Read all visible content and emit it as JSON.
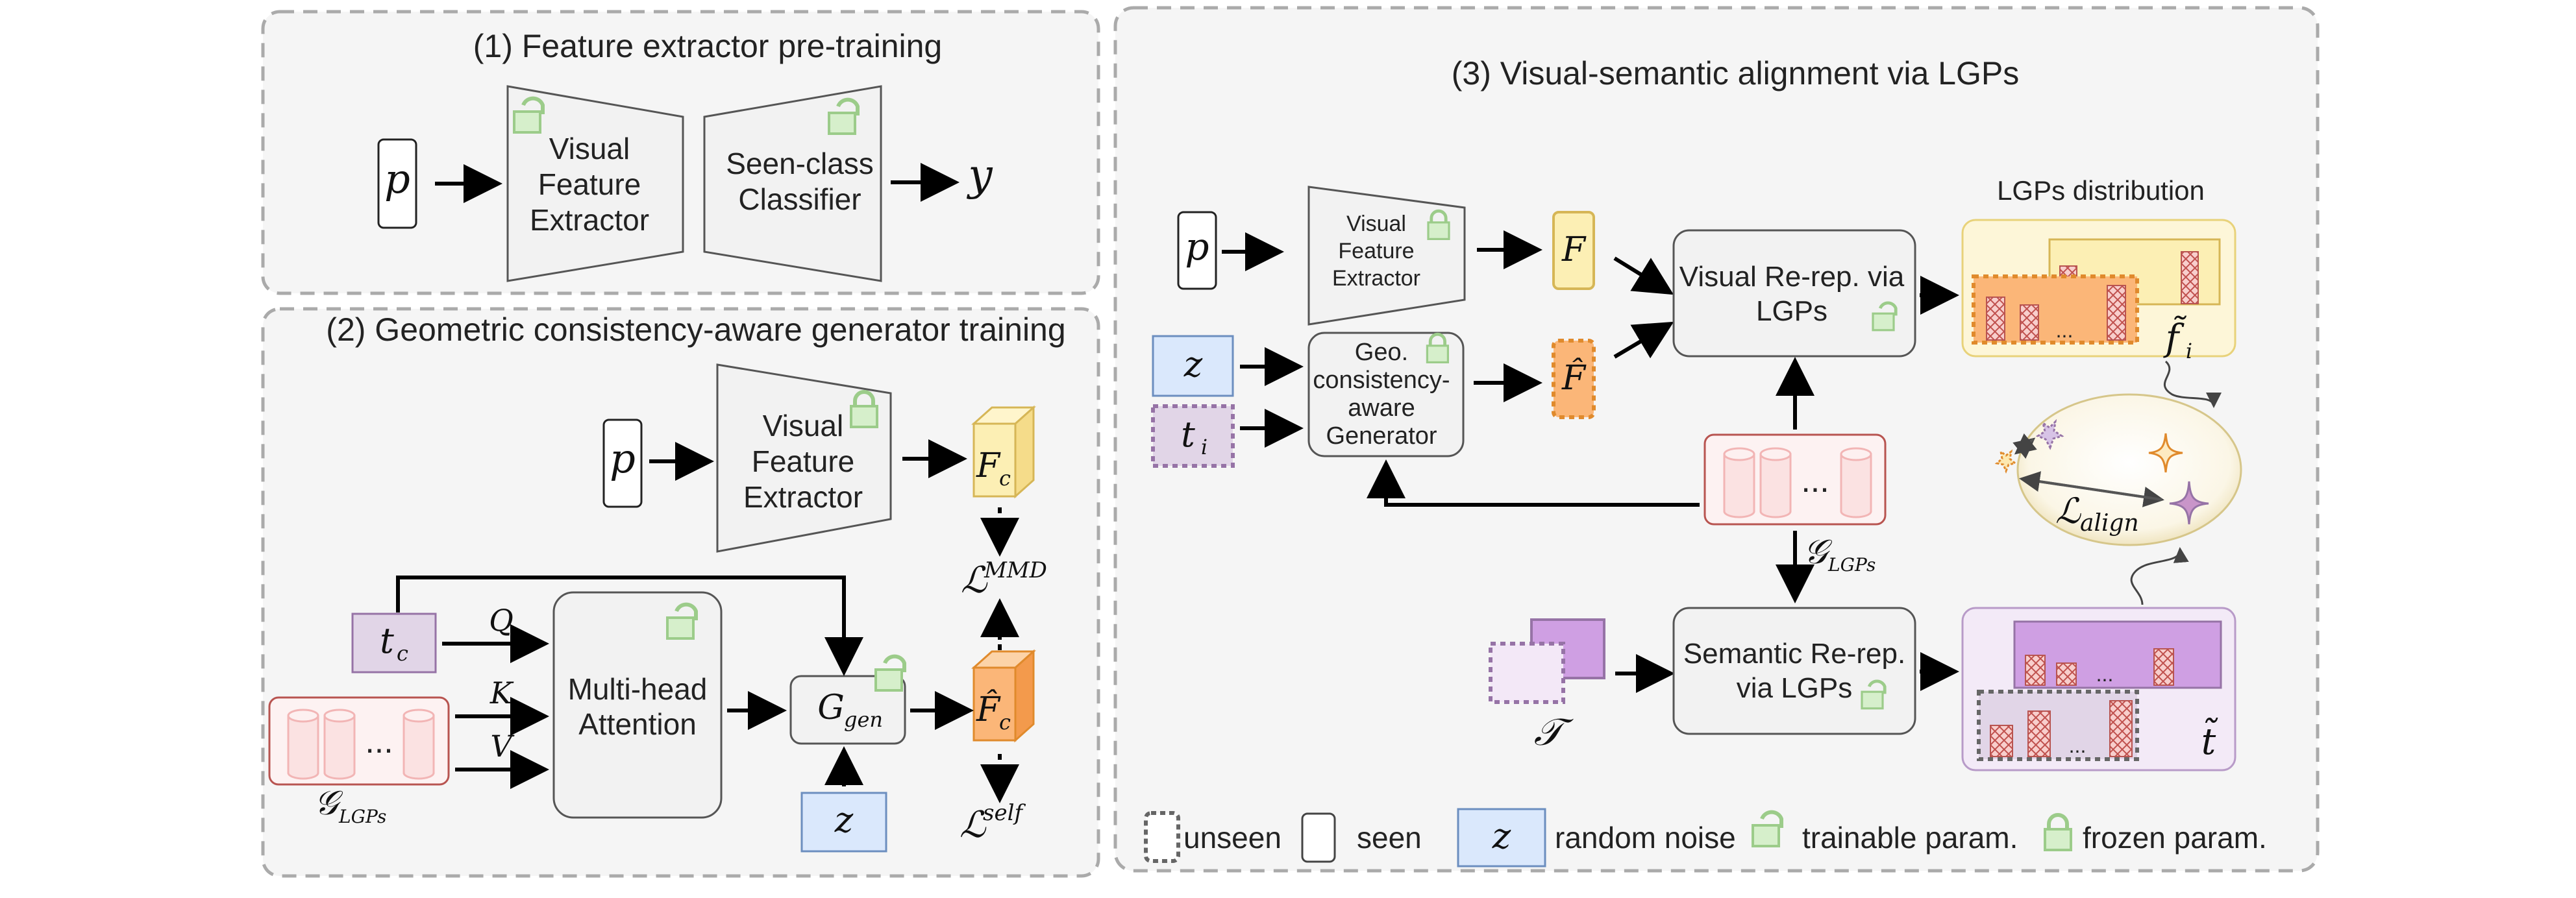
{
  "panel1": {
    "title": "(1) Feature extractor pre-training"
  },
  "panel2": {
    "title": "(2) Geometric consistency-aware generator training"
  },
  "panel3": {
    "title": "(3) Visual-semantic alignment via LGPs"
  },
  "blocks": {
    "vfe_line1": "Visual",
    "vfe_line2": "Feature",
    "vfe_line3": "Extractor",
    "cls_line1": "Seen-class",
    "cls_line2": "Classifier",
    "mha_line1": "Multi-head",
    "mha_line2": "Attention",
    "geo_line1": "Geo.",
    "geo_line2": "consistency-",
    "geo_line3": "aware",
    "geo_line4": "Generator",
    "vrr_line1": "Visual Re-rep. via",
    "vrr_line2": "LGPs",
    "srr_line1": "Semantic Re-rep.",
    "srr_line2": "via LGPs",
    "lgp_dist": "LGPs distribution",
    "ellipsis": "..."
  },
  "symbols": {
    "p": "p",
    "y": "y",
    "z": "z",
    "Q": "Q",
    "K": "K",
    "V": "V",
    "tc": "t",
    "tc_sub": "c",
    "ti": "t",
    "ti_sub": "i",
    "G": "G",
    "G_sub": "gen",
    "Fc": "F",
    "Fc_sub": "c",
    "Fc_hat": "F̂",
    "F": "F",
    "F_hat": "F̂",
    "glgp": "𝒢",
    "glgp_sub": "LGPs",
    "T": "𝒯",
    "L_mmd": "ℒ",
    "L_mmd_sup": "MMD",
    "L_self": "ℒ",
    "L_self_sup": "self",
    "L_align": "ℒ",
    "L_align_sub": "align",
    "f_tilde": "f̃",
    "f_tilde_sub": "i",
    "t_tilde": "t̃"
  },
  "legend": {
    "unseen": "unseen",
    "seen": "seen",
    "z": "z",
    "noise": "random noise",
    "trainable": "trainable param.",
    "frozen": "frozen param."
  },
  "colors": {
    "panel_fill": "#f5f5f5",
    "panel_border": "#aaaaaa",
    "block_fill": "#f2f2f2",
    "block_border": "#555555",
    "lock": "#9ccc8a",
    "lock_fill": "#d6efcb",
    "yellow": "#fcefb4",
    "yellow_border": "#d6b656",
    "orange": "#fbb678",
    "orange_border": "#e08a2c",
    "blue": "#dae8fc",
    "blue_border": "#6c8ebf",
    "purple": "#e1d5e7",
    "purple_border": "#9673a6",
    "violet": "#cf9fe3",
    "pink": "#f8cecc",
    "pink_border": "#b85450"
  }
}
